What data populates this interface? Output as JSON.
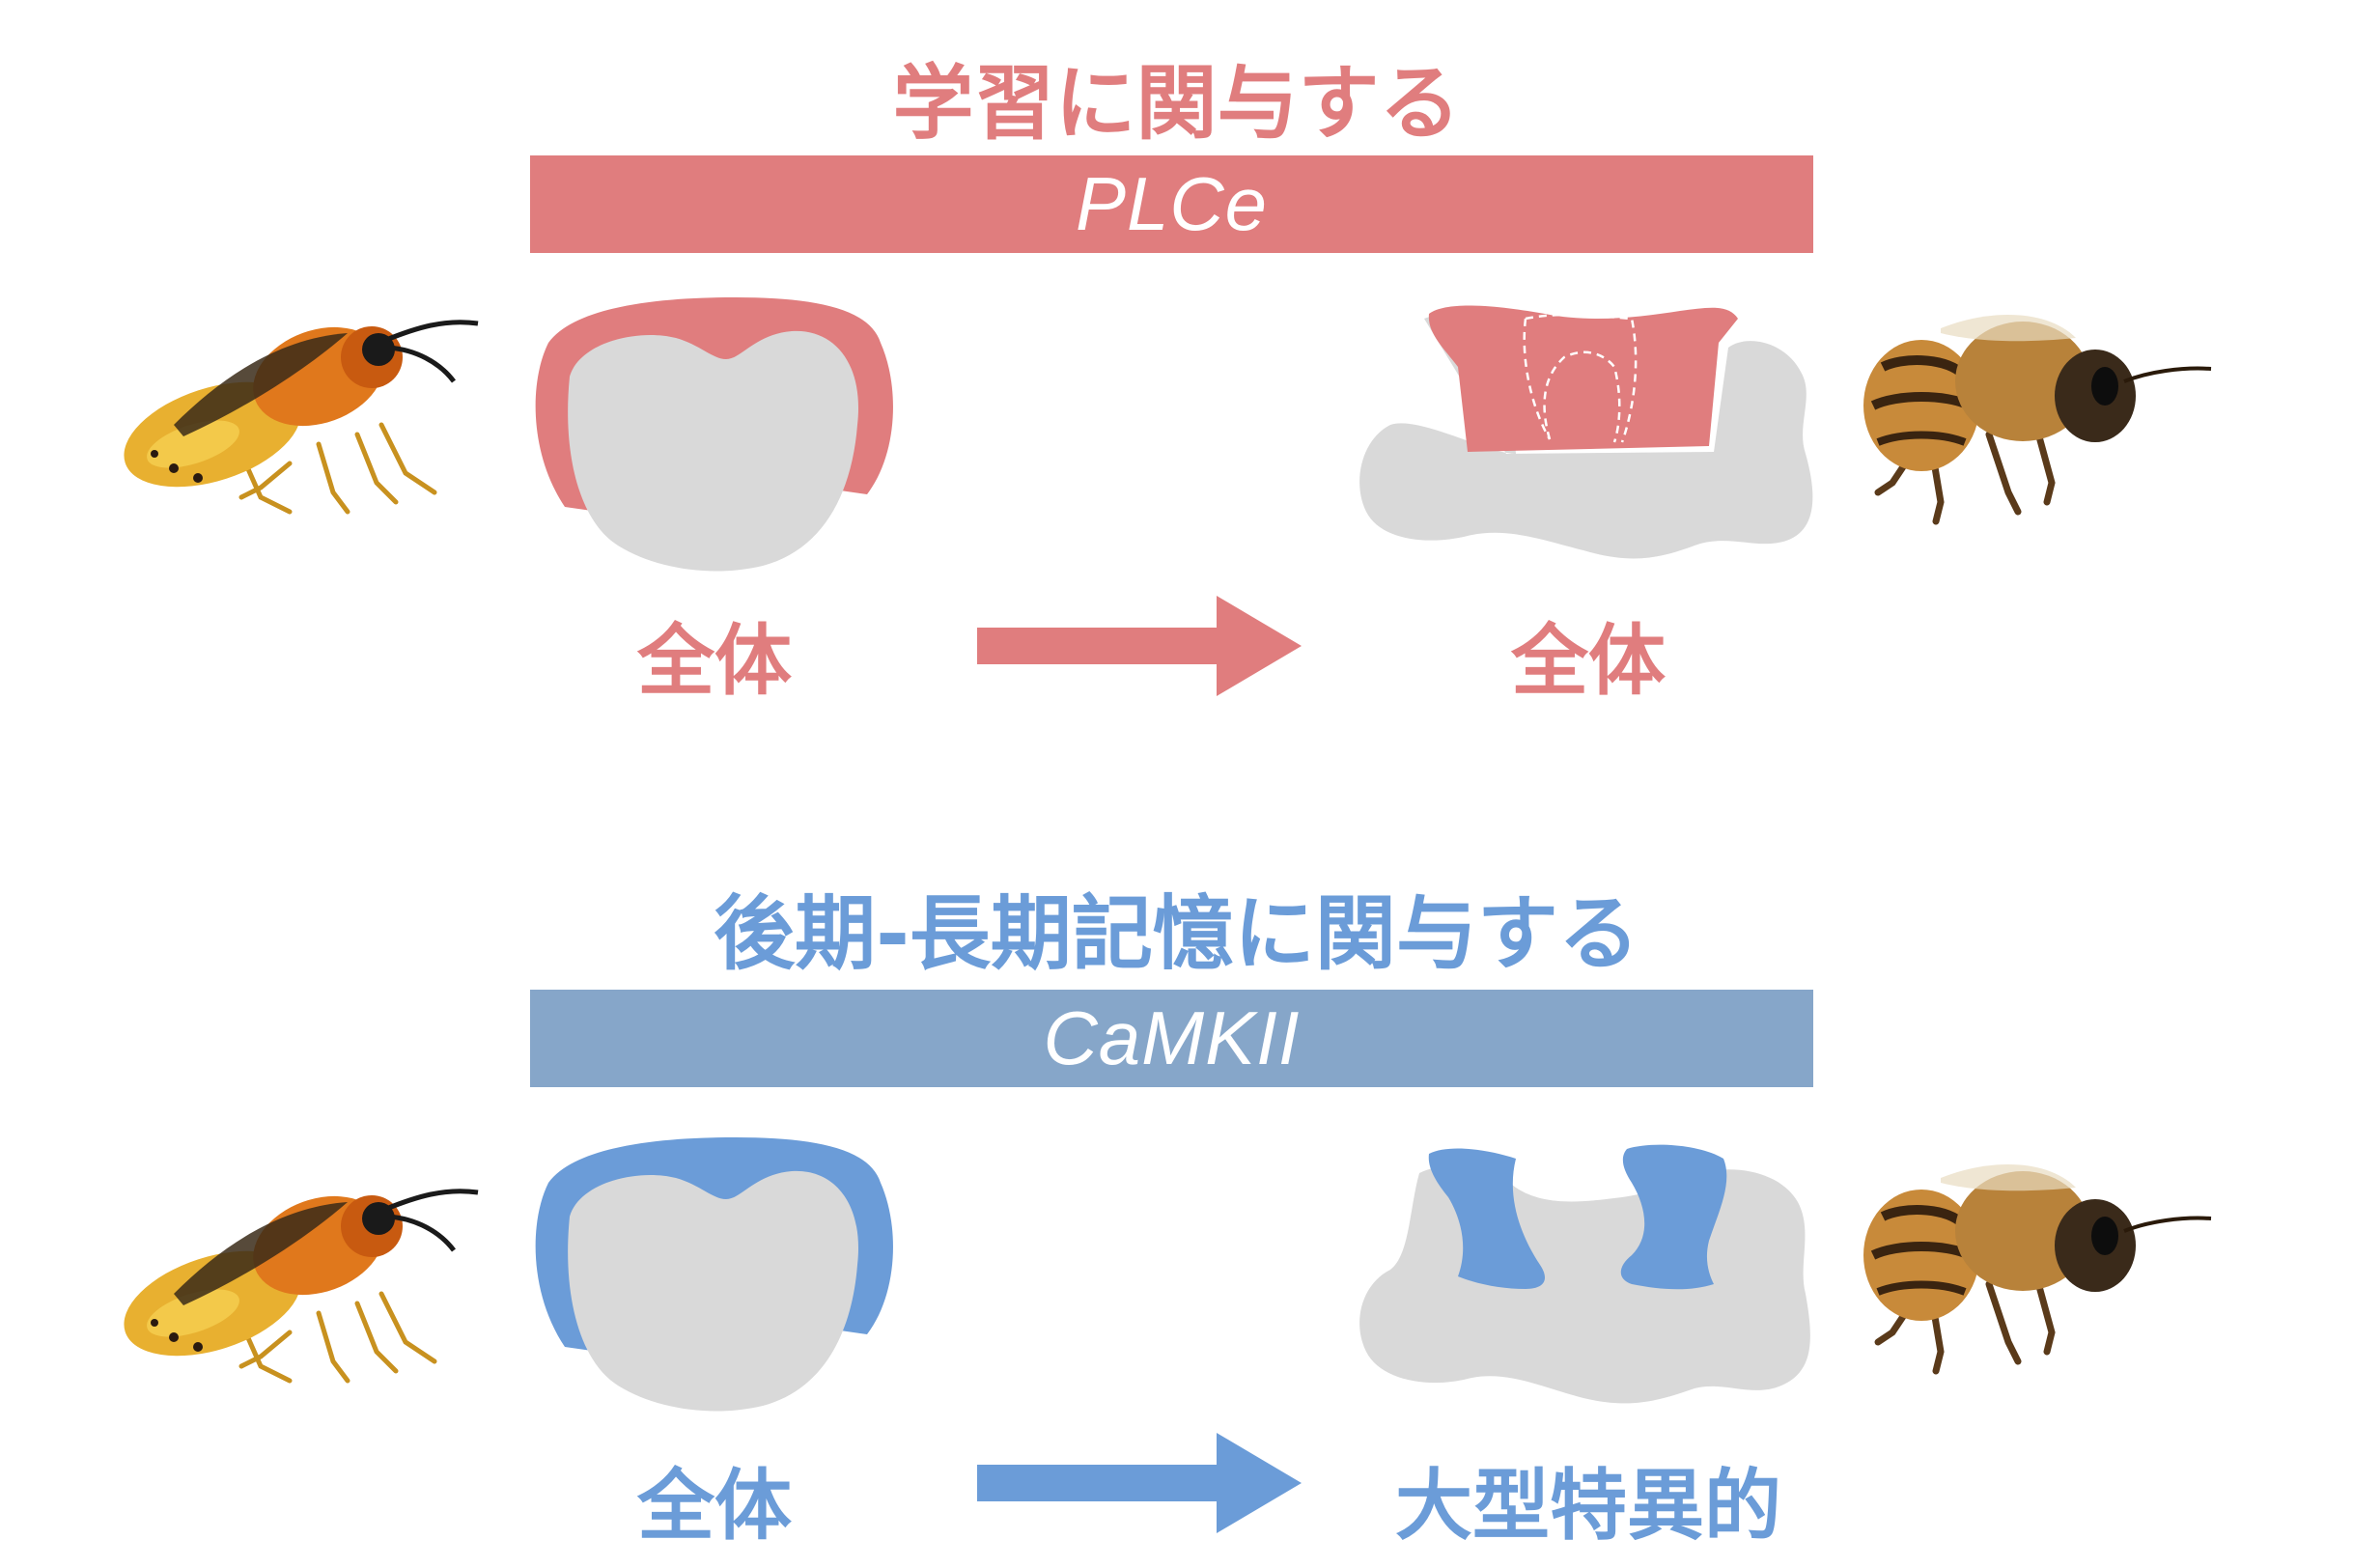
{
  "colors": {
    "pink": "#e07d7e",
    "blue": "#6b9cd8",
    "band_blue": "#86a6c9",
    "gray": "#d9d9d9"
  },
  "top_panel": {
    "title": "学習に関与する",
    "gene": "PLCe",
    "left_label": "全体",
    "right_label": "全体"
  },
  "bottom_panel": {
    "title": "後期-長期記憶に関与する",
    "gene": "CaMKII",
    "left_label": "全体",
    "right_label": "大型特異的"
  },
  "icons": {
    "left_insect": "sawfly-icon",
    "right_insect": "honeybee-icon",
    "arrow": "arrow-right-icon"
  }
}
